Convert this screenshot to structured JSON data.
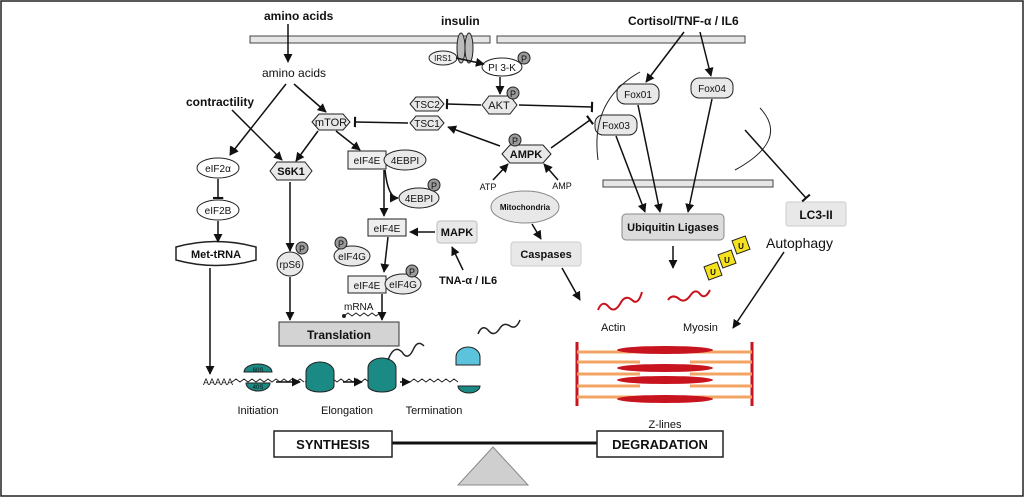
{
  "labels": {
    "amino_acids_top": "amino acids",
    "amino_acids": "amino acids",
    "contractility": "contractility",
    "insulin": "insulin",
    "cortisol": "Cortisol/TNF-α / IL6",
    "irs1": "IRS1",
    "pi3k": "PI 3-K",
    "akt": "AKT",
    "tsc2": "TSC2",
    "tsc1": "TSC1",
    "mtor": "mTOR",
    "eif2a": "eIF2α",
    "eif2b": "eIF2B",
    "met_trna": "Met-tRNA",
    "s6k1": "S6K1",
    "rps6": "rpS6",
    "eif4e": "eIF4E",
    "fourebpi": "4EBPI",
    "eif4g": "eIF4G",
    "mrna": "mRNA",
    "mapk": "MAPK",
    "tna_il6": "TNA-α / IL6",
    "ampk": "AMPK",
    "atp": "ATP",
    "amp": "AMP",
    "mitochondria": "Mitochondria",
    "caspases": "Caspases",
    "fox01": "Fox01",
    "fox03": "Fox03",
    "fox04": "Fox04",
    "ubiquitin_ligases": "Ubiquitin Ligases",
    "lc3": "LC3-II",
    "autophagy": "Autophagy",
    "actin": "Actin",
    "myosin": "Myosin",
    "zlines": "Z-lines",
    "translation": "Translation",
    "aaaaa": "AAAAA",
    "s60": "60S",
    "s40": "40S",
    "initiation": "Initiation",
    "elongation": "Elongation",
    "termination": "Termination",
    "synthesis": "SYNTHESIS",
    "degradation": "DEGRADATION",
    "p": "P",
    "u": "U"
  },
  "colors": {
    "ribosome": "#1b8a84",
    "ribosome_free": "#5bc4dc",
    "actin_red": "#c8141e",
    "ub_yellow": "#f5e11e",
    "sarcomere_orange": "#f3a465",
    "node_fill": "#e8e8e8",
    "box_fill": "#dcdcdc",
    "p_circle": "#9a9a9a"
  }
}
